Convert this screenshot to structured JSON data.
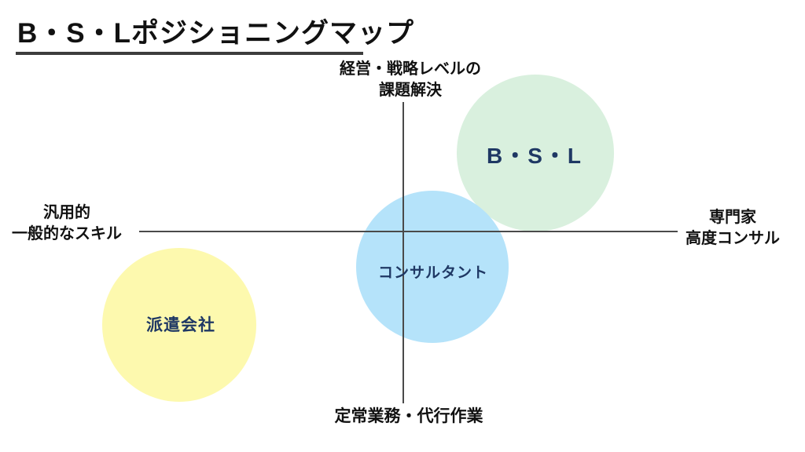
{
  "title": "B・S・Lポジショニングマップ",
  "axes": {
    "top": {
      "line1": "経営・戦略レベルの",
      "line2": "課題解決"
    },
    "bottom": {
      "line1": "定常業務・代行作業"
    },
    "left": {
      "line1": "汎用的",
      "line2": "一般的なスキル"
    },
    "right": {
      "line1": "専門家",
      "line2": "高度コンサル"
    }
  },
  "bubbles": [
    {
      "label": "B・S・L",
      "fill": "#d9f0de",
      "quadrant": "top-right"
    },
    {
      "label": "コンサルタント",
      "fill": "#b5e3fa",
      "quadrant": "center"
    },
    {
      "label": "派遣会社",
      "fill": "#fdf9ae",
      "quadrant": "bottom-left"
    }
  ],
  "colors": {
    "bubble_label_text": "#1f3864",
    "axis_line": "#4a4a4a",
    "title_underline": "#3d3d3d",
    "background": "#ffffff"
  }
}
